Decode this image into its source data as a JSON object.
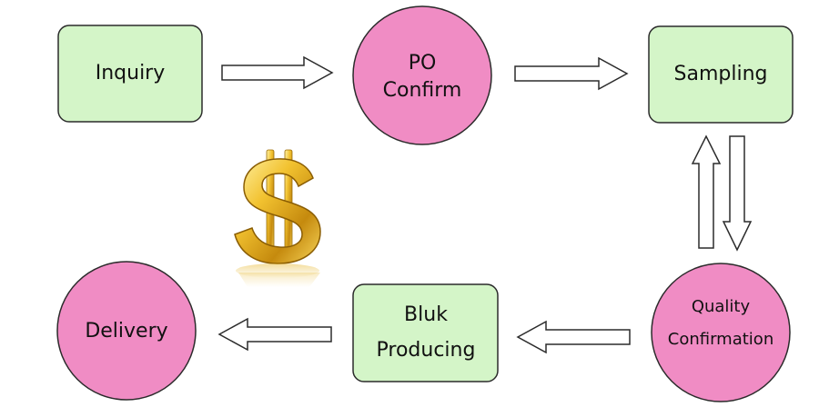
{
  "colors": {
    "box_fill": "#d4f5c8",
    "box_stroke": "#2b2b2b",
    "circle_fill": "#f08cc4",
    "circle_stroke": "#2b2b2b",
    "arrow_fill": "#ffffff",
    "arrow_stroke": "#2b2b2b",
    "dollar_gold": "#e6b422"
  },
  "icon": "dollar-sign-icon",
  "steps": {
    "inquiry": "Inquiry",
    "po_line1": "PO",
    "po_line2": "Confirm",
    "sampling": "Sampling",
    "quality_line1": "Quality",
    "quality_line2": "Confirmation",
    "bulk_line1": "Bluk",
    "bulk_line2": "Producing",
    "delivery": "Delivery"
  }
}
